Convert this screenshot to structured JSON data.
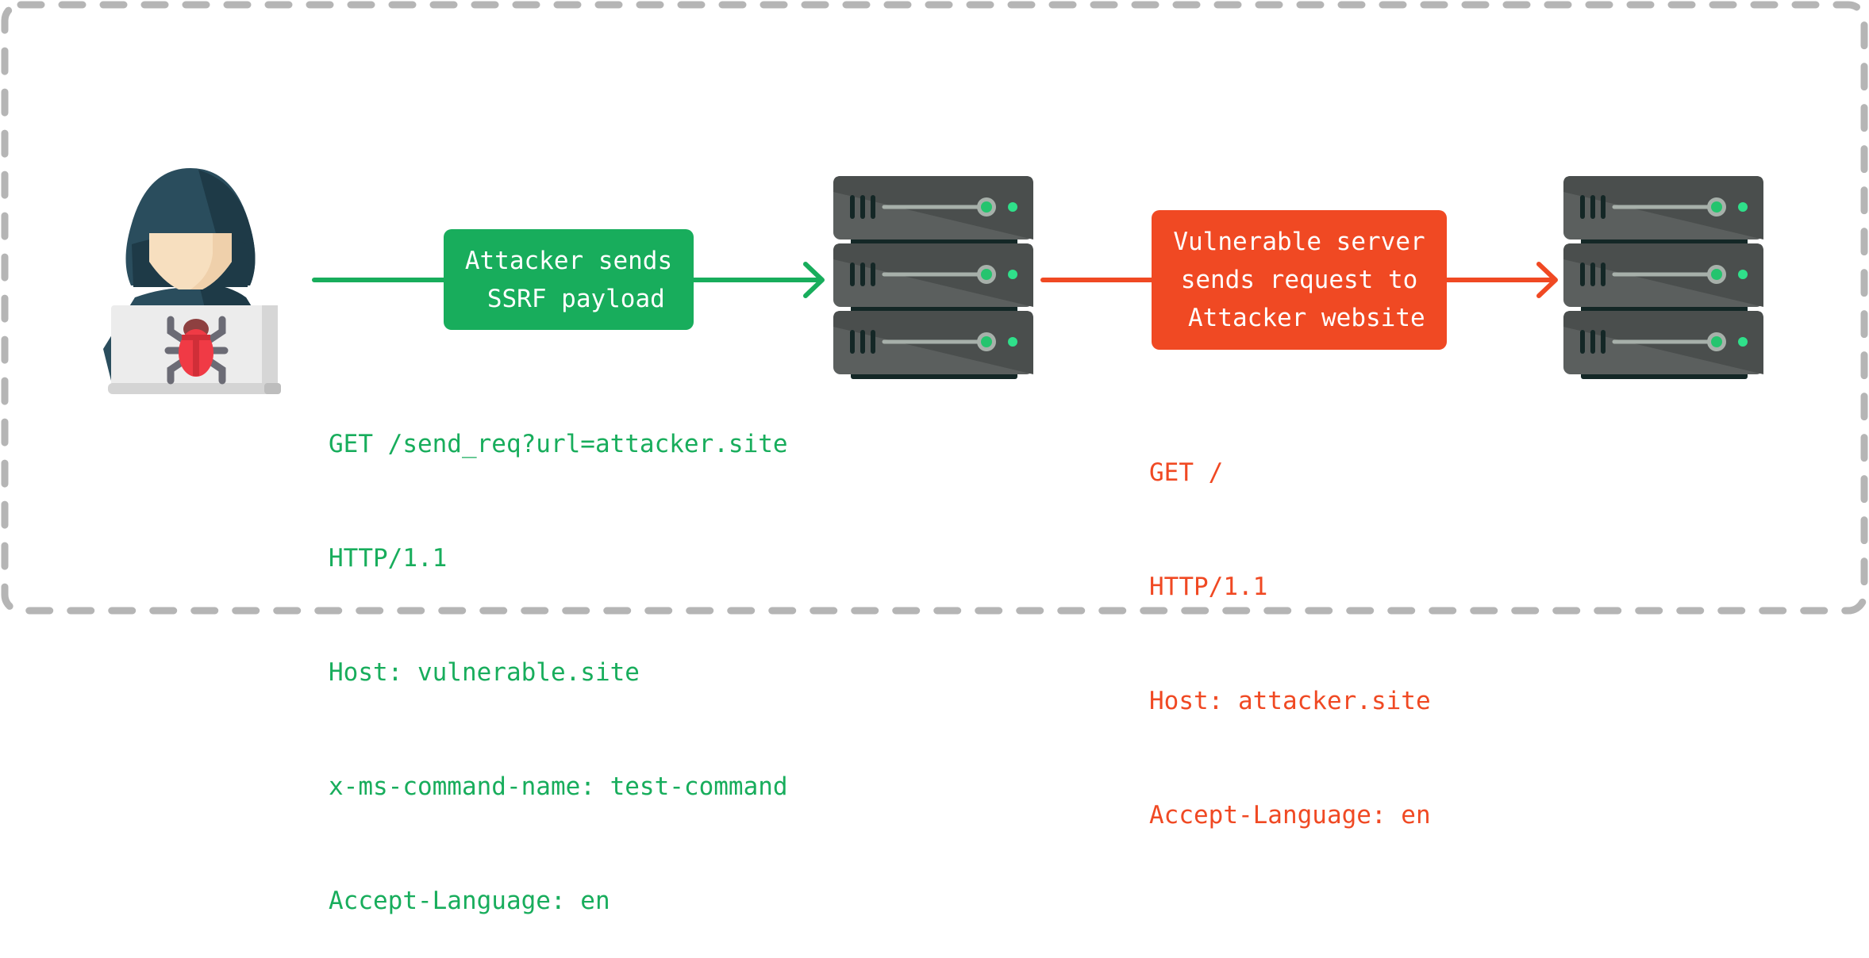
{
  "diagram": {
    "title": "SSRF attack flow",
    "colors": {
      "border": "#b5b5b5",
      "attacker_flow": "#18ad5c",
      "server_flow": "#f04923",
      "hood": "#2a4d5d",
      "hood_shadow": "#1e3a47",
      "face": "#f7dfbf",
      "laptop": "#ececec",
      "bug": "#f03a45",
      "server_body": "#4a4e4d",
      "server_base": "#142726",
      "server_led": "#2fe08a"
    },
    "nodes": [
      {
        "id": "attacker",
        "icon": "hacker-with-laptop-icon"
      },
      {
        "id": "vulnerable-server",
        "icon": "server-rack-icon"
      },
      {
        "id": "attacker-website",
        "icon": "server-rack-icon"
      }
    ],
    "edges": [
      {
        "from": "attacker",
        "to": "vulnerable-server",
        "label_lines": [
          "Attacker sends",
          " SSRF payload"
        ],
        "request_lines": [
          "GET /send_req?url=attacker.site",
          "HTTP/1.1",
          "Host: vulnerable.site",
          "x-ms-command-name: test-command",
          "Accept-Language: en"
        ]
      },
      {
        "from": "vulnerable-server",
        "to": "attacker-website",
        "label_lines": [
          "Vulnerable server",
          "sends request to",
          " Attacker website"
        ],
        "request_lines": [
          "GET /",
          "HTTP/1.1",
          "Host: attacker.site",
          "Accept-Language: en"
        ]
      }
    ]
  }
}
